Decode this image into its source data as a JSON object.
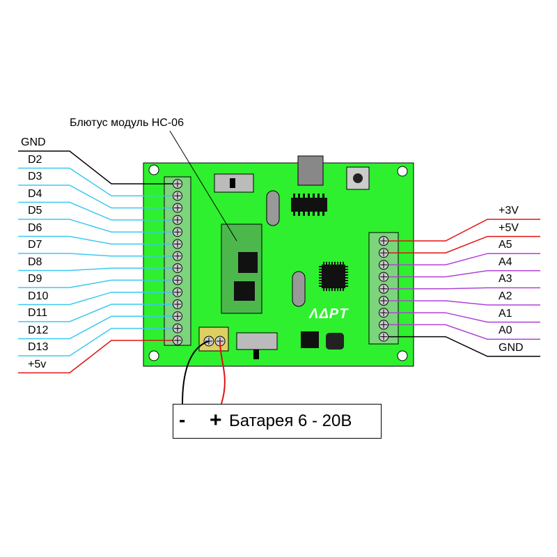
{
  "title": "Блютус модуль HC-06",
  "left_pins": [
    "GND",
    "D2",
    "D3",
    "D4",
    "D5",
    "D6",
    "D7",
    "D8",
    "D9",
    "D10",
    "D11",
    "D12",
    "D13",
    "+5v"
  ],
  "right_pins": [
    "+3V",
    "+5V",
    "A5",
    "A4",
    "A3",
    "A2",
    "A1",
    "A0",
    "GND"
  ],
  "board_logo": "ΛΔΡΤ",
  "battery": {
    "minus": "-",
    "plus": "+",
    "label": "Батарея 6 - 20В"
  },
  "colors": {
    "board": "#2ef02e",
    "terminal": "#7cd47c",
    "wire_black": "#000000",
    "wire_blue": "#3cc8f0",
    "wire_red": "#e01010",
    "wire_purple": "#b040d8",
    "chip": "#111111"
  }
}
